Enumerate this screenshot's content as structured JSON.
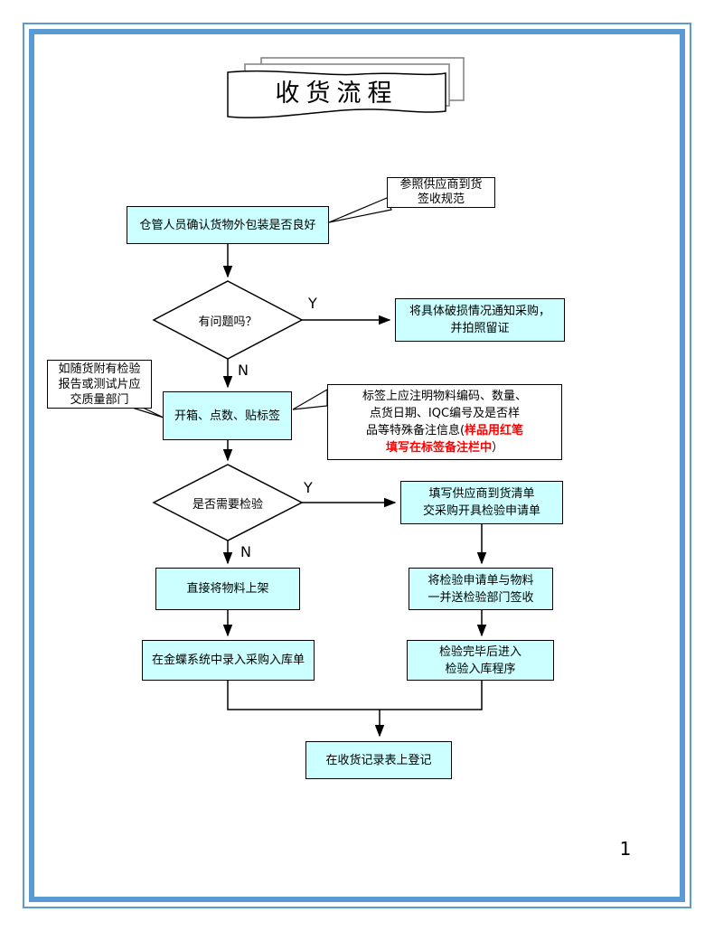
{
  "slide": {
    "page_number": "1"
  },
  "title": {
    "text": "收货流程"
  },
  "flow": {
    "confirm": {
      "text": "仓管人员确认货物外包装是否良好"
    },
    "decision_problem": {
      "text": "有问题吗？",
      "yes": "Y",
      "no": "N"
    },
    "notify": {
      "line1": "将具体破损情况通知采购，",
      "line2": "并拍照留证"
    },
    "open_count_label": {
      "text": "开箱、点数、贴标签"
    },
    "decision_inspect": {
      "text": "是否需要检验",
      "yes": "Y",
      "no": "N"
    },
    "fill_list": {
      "line1": "填写供应商到货清单",
      "line2": "交采购开具检验申请单"
    },
    "shelve": {
      "text": "直接将物料上架"
    },
    "send_inspect": {
      "line1": "将检验申请单与物料",
      "line2": "一并送检验部门签收"
    },
    "kingdee": {
      "text": "在金蝶系统中录入采购入库单"
    },
    "inspect_done": {
      "line1": "检验完毕后进入",
      "line2": "检验入库程序"
    },
    "record": {
      "text": "在收货记录表上登记"
    }
  },
  "callouts": {
    "spec": {
      "line1": "参照供应商到货",
      "line2": "签收规范"
    },
    "quality": {
      "line1": "如随货附有检验",
      "line2": "报告或测试片应",
      "line3": "交质量部门"
    },
    "label_note": {
      "l1": "标签上应注明物料编码、数量、",
      "l2": "点货日期、IQC编号及是否样",
      "l3_black": "品等特殊备注信息(",
      "l3_red": "样品用红笔",
      "l4_red": "填写在标签备注栏中",
      "l4_black": "）"
    }
  },
  "colors": {
    "frame_blue": "#5B9BD5",
    "node_fill": "#CCFFFF",
    "red_text": "#FF0000"
  }
}
